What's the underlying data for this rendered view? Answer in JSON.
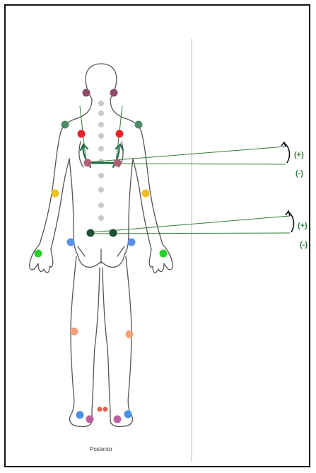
{
  "caption": "Posterior",
  "upper_plus": "(+)",
  "upper_minus": "(-)",
  "lower_plus": "(+)",
  "lower_minus": "(-)",
  "colors": {
    "outline": "#555555",
    "spine": "#c9c9c9",
    "neck": "#8e4a66",
    "shoulder": "#4e8a63",
    "scapula_top": "#e8242b",
    "scapula_inner": "#b06075",
    "lumbar": "#1f4d35",
    "elbow": "#f0c020",
    "wrist": "#2ad12a",
    "hip": "#5a8fe8",
    "knee": "#f2a07a",
    "heel": "#4a8fe8",
    "ankle": "#c060a0",
    "achilles": "#e86050",
    "measure_line": "#2e7d3a",
    "arrow": "#1f6b45",
    "divider": "#c8c8c8"
  },
  "markers": [
    {
      "name": "neck-left-marker",
      "group": "neck"
    },
    {
      "name": "neck-right-marker",
      "group": "neck"
    },
    {
      "name": "shoulder-left-marker",
      "group": "shoulder"
    },
    {
      "name": "shoulder-right-marker",
      "group": "shoulder"
    },
    {
      "name": "scapula-top-left-marker",
      "group": "scapula_top"
    },
    {
      "name": "scapula-top-right-marker",
      "group": "scapula_top"
    },
    {
      "name": "scapula-inner-left-marker",
      "group": "scapula_inner"
    },
    {
      "name": "scapula-inner-right-marker",
      "group": "scapula_inner"
    },
    {
      "name": "lumbar-left-marker",
      "group": "lumbar"
    },
    {
      "name": "lumbar-right-marker",
      "group": "lumbar"
    },
    {
      "name": "elbow-left-marker",
      "group": "elbow"
    },
    {
      "name": "elbow-right-marker",
      "group": "elbow"
    },
    {
      "name": "wrist-left-marker",
      "group": "wrist"
    },
    {
      "name": "wrist-right-marker",
      "group": "wrist"
    },
    {
      "name": "hip-left-marker",
      "group": "hip"
    },
    {
      "name": "hip-right-marker",
      "group": "hip"
    },
    {
      "name": "knee-left-marker",
      "group": "knee"
    },
    {
      "name": "knee-right-marker",
      "group": "knee"
    },
    {
      "name": "heel-left-marker",
      "group": "heel"
    },
    {
      "name": "heel-right-marker",
      "group": "heel"
    },
    {
      "name": "ankle-left-marker",
      "group": "ankle"
    },
    {
      "name": "ankle-right-marker",
      "group": "ankle"
    },
    {
      "name": "achilles-left-marker",
      "group": "achilles"
    },
    {
      "name": "achilles-right-marker",
      "group": "achilles"
    }
  ]
}
